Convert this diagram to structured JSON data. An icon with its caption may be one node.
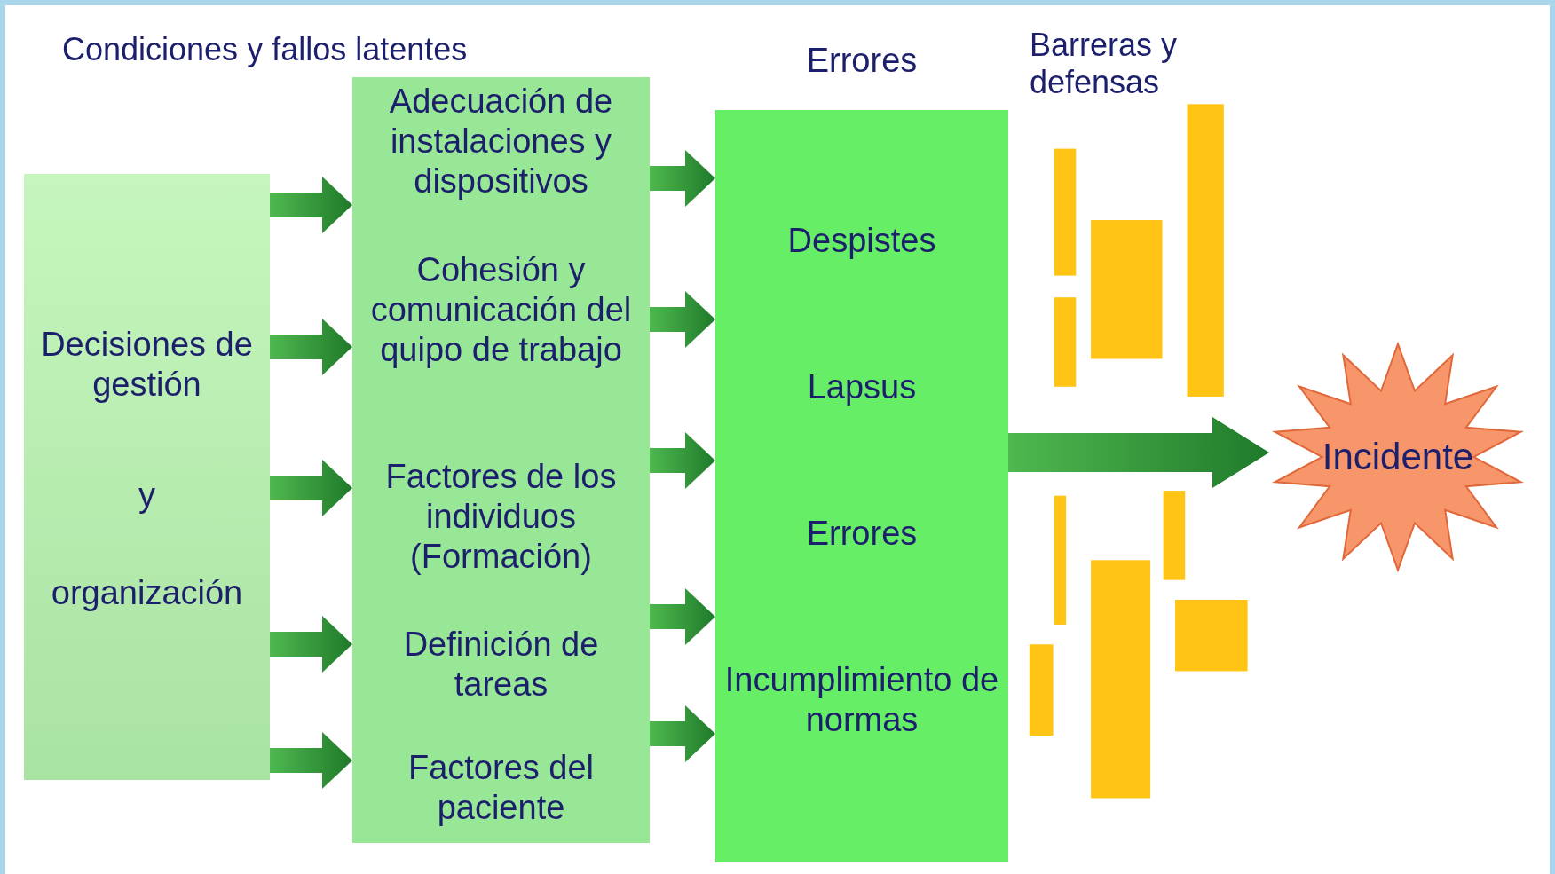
{
  "diagram": {
    "nodes": [
      {
        "text": [
          "Decisiones de gestión",
          "y",
          "organización"
        ]
      },
      {
        "text": [],
        "shape": "box"
      },
      {
        "text": [
          "Adecuación de instalaciones y dispositivos"
        ],
        "in": 1
      },
      {
        "text": [
          "Cohesión y comunicación del quipo de trabajo"
        ],
        "in": 1
      },
      {
        "text": [
          "Factores de los individuos (Formación)"
        ],
        "in": 1
      },
      {
        "text": [
          "Definición de tareas"
        ],
        "in": 1
      },
      {
        "text": [
          "Factores del paciente"
        ],
        "in": 1
      },
      {
        "text": [
          "Errores",
          "Despistes",
          "Lapsus",
          "Errores",
          "Incumplimiento de normas"
        ]
      },
      {
        "text": [
          "Incidente"
        ]
      }
    ],
    "edges": [
      {
        "from": 0,
        "to": 2,
        "arrow": "to"
      },
      {
        "from": 0,
        "to": 3,
        "arrow": "to"
      },
      {
        "from": 0,
        "to": 4,
        "arrow": "to"
      },
      {
        "from": 0,
        "to": 5,
        "arrow": "to"
      },
      {
        "from": 0,
        "to": 6,
        "arrow": "to"
      },
      {
        "from": 2,
        "to": 7,
        "arrow": "to"
      },
      {
        "from": 3,
        "to": 7,
        "arrow": "to"
      },
      {
        "from": 4,
        "to": 7,
        "arrow": "to"
      },
      {
        "from": 5,
        "to": 7,
        "arrow": "to"
      },
      {
        "from": 6,
        "to": 7,
        "arrow": "to"
      },
      {
        "from": 7,
        "to": 8,
        "arrow": "to",
        "style": "thick"
      }
    ],
    "labels": [
      "Condiciones y fallos latentes",
      "Barreras y defensas"
    ]
  }
}
